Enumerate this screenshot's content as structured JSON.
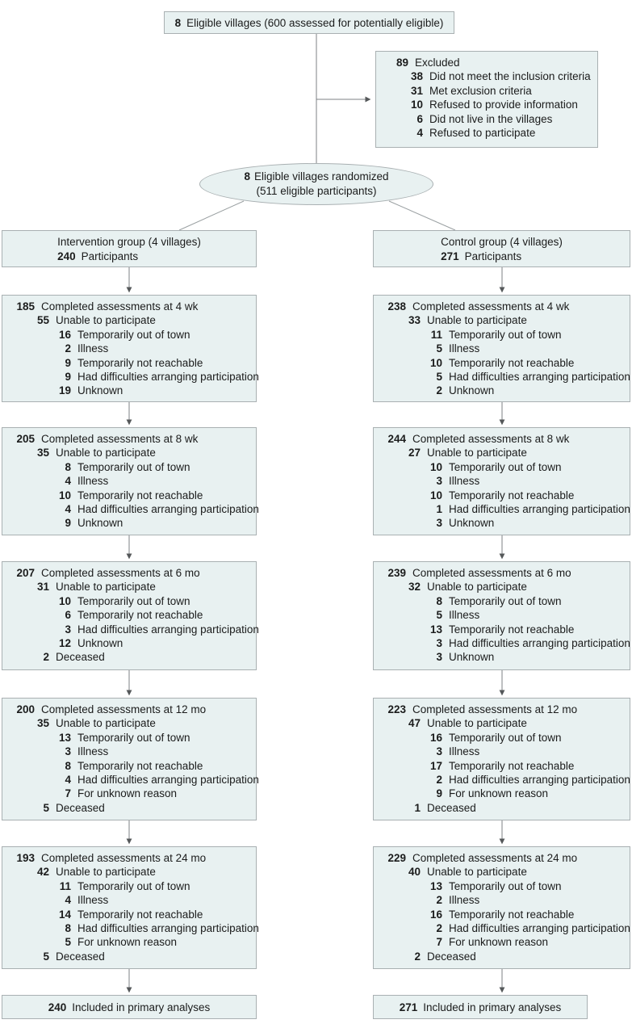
{
  "colors": {
    "box-fill": "#e8f1f1",
    "box-border": "#a9b0b2",
    "line-gray": "#7d8284",
    "arrow-gray": "#55585a"
  },
  "top_box": {
    "n": "8",
    "t": "Eligible villages (600 assessed for potentially eligible)"
  },
  "excluded_box": {
    "lines": [
      {
        "n": "89",
        "t": "Excluded",
        "i": 0
      },
      {
        "n": "38",
        "t": "Did not meet the inclusion criteria",
        "i": 1
      },
      {
        "n": "31",
        "t": "Met exclusion criteria",
        "i": 1
      },
      {
        "n": "10",
        "t": "Refused to provide information",
        "i": 1
      },
      {
        "n": "6",
        "t": "Did not live in the villages",
        "i": 1
      },
      {
        "n": "4",
        "t": "Refused to participate",
        "i": 1
      }
    ]
  },
  "ellipse": {
    "n": "8",
    "t": "Eligible villages randomized",
    "t2": "(511 eligible participants)"
  },
  "columns": [
    {
      "name": "intervention",
      "header": {
        "title": "Intervention group (4 villages)",
        "n": "240",
        "t": "Participants"
      },
      "boxes": [
        {
          "id": "4wk",
          "lines": [
            {
              "n": "185",
              "t": "Completed assessments at 4 wk",
              "i": 0
            },
            {
              "n": "55",
              "t": "Unable to participate",
              "i": 1
            },
            {
              "n": "16",
              "t": "Temporarily out of town",
              "i": 2
            },
            {
              "n": "2",
              "t": "Illness",
              "i": 2
            },
            {
              "n": "9",
              "t": "Temporarily not reachable",
              "i": 2
            },
            {
              "n": "9",
              "t": "Had difficulties arranging participation",
              "i": 2
            },
            {
              "n": "19",
              "t": "Unknown",
              "i": 2
            }
          ]
        },
        {
          "id": "8wk",
          "lines": [
            {
              "n": "205",
              "t": "Completed assessments at 8 wk",
              "i": 0
            },
            {
              "n": "35",
              "t": "Unable to participate",
              "i": 1
            },
            {
              "n": "8",
              "t": "Temporarily out of town",
              "i": 2
            },
            {
              "n": "4",
              "t": "Illness",
              "i": 2
            },
            {
              "n": "10",
              "t": "Temporarily not reachable",
              "i": 2
            },
            {
              "n": "4",
              "t": "Had difficulties arranging participation",
              "i": 2
            },
            {
              "n": "9",
              "t": "Unknown",
              "i": 2
            }
          ]
        },
        {
          "id": "6mo",
          "lines": [
            {
              "n": "207",
              "t": "Completed assessments at 6 mo",
              "i": 0
            },
            {
              "n": "31",
              "t": "Unable to participate",
              "i": 1
            },
            {
              "n": "10",
              "t": "Temporarily out of town",
              "i": 2
            },
            {
              "n": "6",
              "t": "Temporarily not reachable",
              "i": 2
            },
            {
              "n": "3",
              "t": "Had difficulties arranging participation",
              "i": 2
            },
            {
              "n": "12",
              "t": "Unknown",
              "i": 2
            },
            {
              "n": "2",
              "t": "Deceased",
              "i": 1
            }
          ]
        },
        {
          "id": "12mo",
          "lines": [
            {
              "n": "200",
              "t": "Completed assessments at 12 mo",
              "i": 0
            },
            {
              "n": "35",
              "t": "Unable to participate",
              "i": 1
            },
            {
              "n": "13",
              "t": "Temporarily out of town",
              "i": 2
            },
            {
              "n": "3",
              "t": "Illness",
              "i": 2
            },
            {
              "n": "8",
              "t": "Temporarily not reachable",
              "i": 2
            },
            {
              "n": "4",
              "t": "Had difficulties arranging participation",
              "i": 2
            },
            {
              "n": "7",
              "t": "For unknown reason",
              "i": 2
            },
            {
              "n": "5",
              "t": "Deceased",
              "i": 1
            }
          ]
        },
        {
          "id": "24mo",
          "lines": [
            {
              "n": "193",
              "t": "Completed assessments at 24 mo",
              "i": 0
            },
            {
              "n": "42",
              "t": "Unable to participate",
              "i": 1
            },
            {
              "n": "11",
              "t": "Temporarily out of town",
              "i": 2
            },
            {
              "n": "4",
              "t": "Illness",
              "i": 2
            },
            {
              "n": "14",
              "t": "Temporarily not reachable",
              "i": 2
            },
            {
              "n": "8",
              "t": "Had difficulties arranging participation",
              "i": 2
            },
            {
              "n": "5",
              "t": "For unknown reason",
              "i": 2
            },
            {
              "n": "5",
              "t": "Deceased",
              "i": 1
            }
          ]
        }
      ],
      "final": {
        "n": "240",
        "t": "Included in primary analyses"
      }
    },
    {
      "name": "control",
      "header": {
        "title": "Control group (4 villages)",
        "n": "271",
        "t": "Participants"
      },
      "boxes": [
        {
          "id": "4wk",
          "lines": [
            {
              "n": "238",
              "t": "Completed assessments at 4 wk",
              "i": 0
            },
            {
              "n": "33",
              "t": "Unable to participate",
              "i": 1
            },
            {
              "n": "11",
              "t": "Temporarily out of town",
              "i": 2
            },
            {
              "n": "5",
              "t": "Illness",
              "i": 2
            },
            {
              "n": "10",
              "t": "Temporarily not reachable",
              "i": 2
            },
            {
              "n": "5",
              "t": "Had difficulties arranging participation",
              "i": 2
            },
            {
              "n": "2",
              "t": "Unknown",
              "i": 2
            }
          ]
        },
        {
          "id": "8wk",
          "lines": [
            {
              "n": "244",
              "t": "Completed assessments at 8 wk",
              "i": 0
            },
            {
              "n": "27",
              "t": "Unable to participate",
              "i": 1
            },
            {
              "n": "10",
              "t": "Temporarily out of town",
              "i": 2
            },
            {
              "n": "3",
              "t": "Illness",
              "i": 2
            },
            {
              "n": "10",
              "t": "Temporarily not reachable",
              "i": 2
            },
            {
              "n": "1",
              "t": "Had difficulties arranging participation",
              "i": 2
            },
            {
              "n": "3",
              "t": "Unknown",
              "i": 2
            }
          ]
        },
        {
          "id": "6mo",
          "lines": [
            {
              "n": "239",
              "t": "Completed assessments at 6 mo",
              "i": 0
            },
            {
              "n": "32",
              "t": "Unable to participate",
              "i": 1
            },
            {
              "n": "8",
              "t": "Temporarily out of town",
              "i": 2
            },
            {
              "n": "5",
              "t": "Illness",
              "i": 2
            },
            {
              "n": "13",
              "t": "Temporarily not reachable",
              "i": 2
            },
            {
              "n": "3",
              "t": "Had difficulties arranging participation",
              "i": 2
            },
            {
              "n": "3",
              "t": "Unknown",
              "i": 2
            }
          ]
        },
        {
          "id": "12mo",
          "lines": [
            {
              "n": "223",
              "t": "Completed assessments at 12 mo",
              "i": 0
            },
            {
              "n": "47",
              "t": "Unable to participate",
              "i": 1
            },
            {
              "n": "16",
              "t": "Temporarily out of town",
              "i": 2
            },
            {
              "n": "3",
              "t": "Illness",
              "i": 2
            },
            {
              "n": "17",
              "t": "Temporarily not reachable",
              "i": 2
            },
            {
              "n": "2",
              "t": "Had difficulties arranging participation",
              "i": 2
            },
            {
              "n": "9",
              "t": "For unknown reason",
              "i": 2
            },
            {
              "n": "1",
              "t": "Deceased",
              "i": 1
            }
          ]
        },
        {
          "id": "24mo",
          "lines": [
            {
              "n": "229",
              "t": "Completed assessments at 24 mo",
              "i": 0
            },
            {
              "n": "40",
              "t": "Unable to participate",
              "i": 1
            },
            {
              "n": "13",
              "t": "Temporarily out of town",
              "i": 2
            },
            {
              "n": "2",
              "t": "Illness",
              "i": 2
            },
            {
              "n": "16",
              "t": "Temporarily not reachable",
              "i": 2
            },
            {
              "n": "2",
              "t": "Had difficulties arranging participation",
              "i": 2
            },
            {
              "n": "7",
              "t": "For unknown reason",
              "i": 2
            },
            {
              "n": "2",
              "t": "Deceased",
              "i": 1
            }
          ]
        }
      ],
      "final": {
        "n": "271",
        "t": "Included in primary analyses"
      }
    }
  ]
}
